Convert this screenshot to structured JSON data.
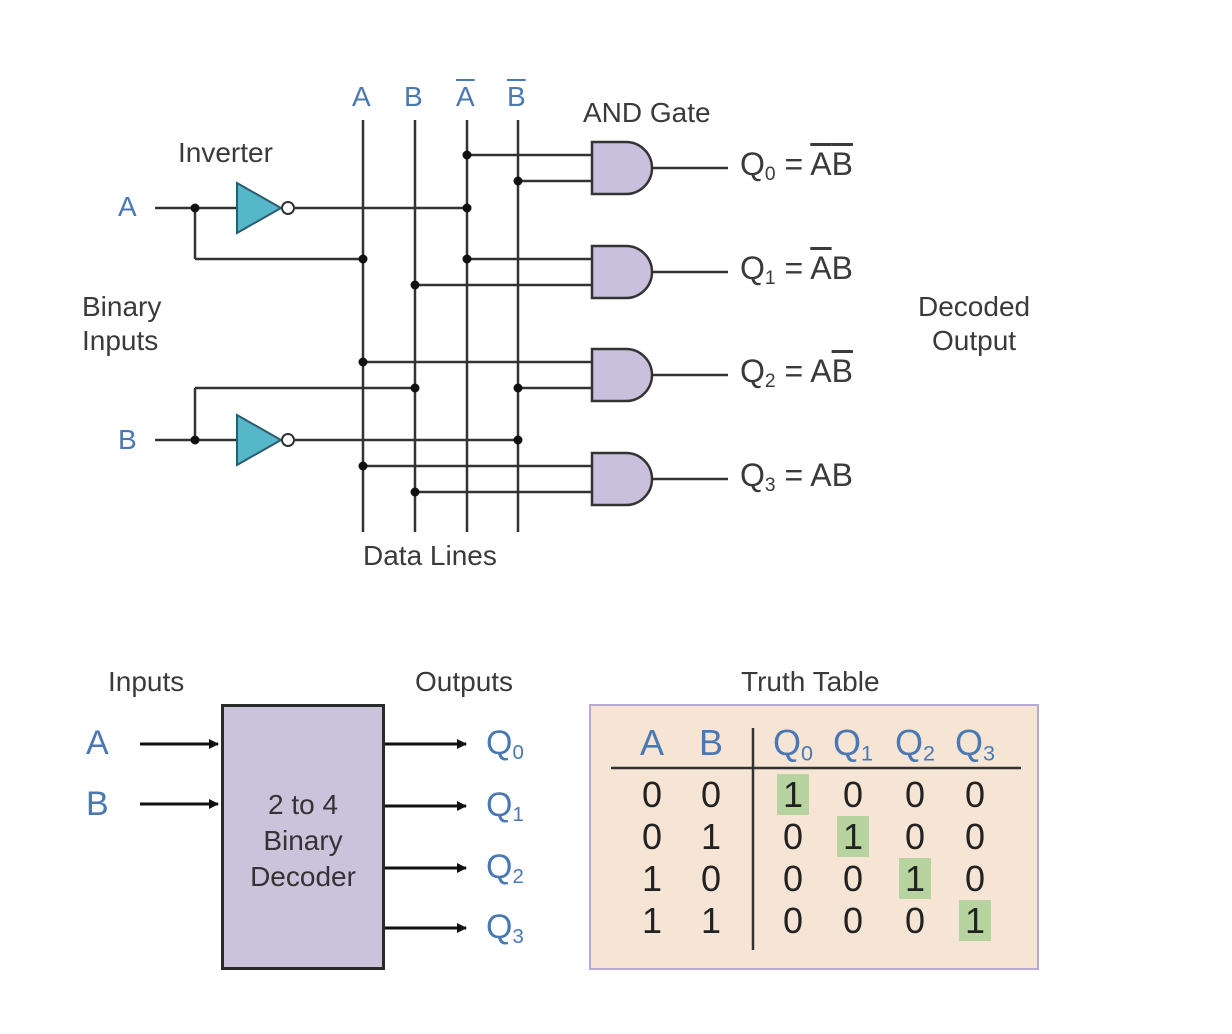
{
  "circuit": {
    "data_line_labels": [
      "A",
      "B",
      "A",
      "B"
    ],
    "inverter_label": "Inverter",
    "and_gate_label": "AND Gate",
    "input_a": "A",
    "input_b": "B",
    "binary_inputs_line1": "Binary",
    "binary_inputs_line2": "Inputs",
    "decoded_output_line1": "Decoded",
    "decoded_output_line2": "Output",
    "data_lines_label": "Data Lines",
    "outputs": [
      {
        "q": "Q",
        "sub": "0",
        "eq": " = ",
        "t1": "A",
        "t1_bar": true,
        "t2": "B",
        "t2_bar": true
      },
      {
        "q": "Q",
        "sub": "1",
        "eq": " = ",
        "t1": "A",
        "t1_bar": true,
        "t2": "B",
        "t2_bar": false
      },
      {
        "q": "Q",
        "sub": "2",
        "eq": " = ",
        "t1": "A",
        "t1_bar": false,
        "t2": "B",
        "t2_bar": true
      },
      {
        "q": "Q",
        "sub": "3",
        "eq": " = ",
        "t1": "A",
        "t1_bar": false,
        "t2": "B",
        "t2_bar": false
      }
    ]
  },
  "block": {
    "inputs_label": "Inputs",
    "outputs_label": "Outputs",
    "input_a": "A",
    "input_b": "B",
    "decoder_line1": "2 to 4",
    "decoder_line2": "Binary",
    "decoder_line3": "Decoder",
    "outputs": [
      {
        "q": "Q",
        "sub": "0"
      },
      {
        "q": "Q",
        "sub": "1"
      },
      {
        "q": "Q",
        "sub": "2"
      },
      {
        "q": "Q",
        "sub": "3"
      }
    ]
  },
  "truth_table": {
    "title": "Truth Table",
    "headers": [
      {
        "q": "A",
        "sub": ""
      },
      {
        "q": "B",
        "sub": ""
      },
      {
        "q": "Q",
        "sub": "0"
      },
      {
        "q": "Q",
        "sub": "1"
      },
      {
        "q": "Q",
        "sub": "2"
      },
      {
        "q": "Q",
        "sub": "3"
      }
    ],
    "rows": [
      [
        "0",
        "0",
        "1",
        "0",
        "0",
        "0"
      ],
      [
        "0",
        "1",
        "0",
        "1",
        "0",
        "0"
      ],
      [
        "1",
        "0",
        "0",
        "0",
        "1",
        "0"
      ],
      [
        "1",
        "1",
        "0",
        "0",
        "0",
        "1"
      ]
    ],
    "highlight_color": "#b7d3a0"
  }
}
